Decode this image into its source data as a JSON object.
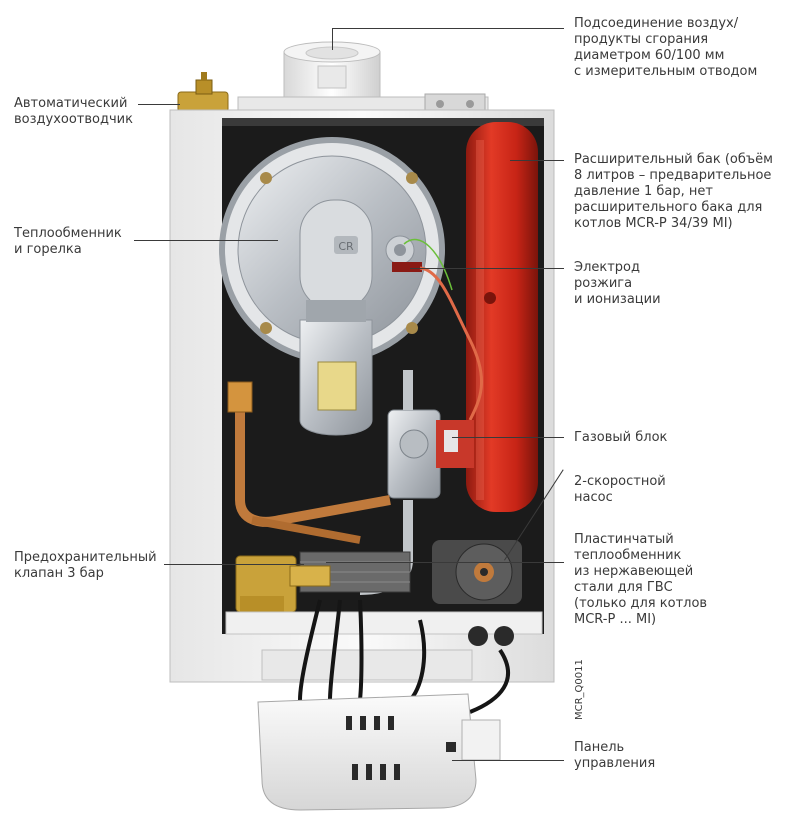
{
  "labels": {
    "flue": "Подсоединение воздух/\nпродукты сгорания\nдиаметром 60/100 мм\nс измерительным отводом",
    "air_vent": "Автоматический\nвоздухоотводчик",
    "expansion_tank": "Расширительный бак (объём\n8 литров – предварительное\nдавление 1 бар, нет\nрасширительного бака для\nкотлов MCR-P 34/39 MI)",
    "heat_exchanger": "Теплообменник\nи горелка",
    "electrode": "Электрод\nрозжига\nи ионизации",
    "gas_block": "Газовый блок",
    "pump": "2-скоростной\nнасос",
    "plate_exchanger": "Пластинчатый\nтеплообменник\nиз нержавеющей\nстали для ГВС\n(только для котлов\nMCR-P ... MI)",
    "safety_valve": "Предохранительный\nклапан 3 бар",
    "control_panel": "Панель\nуправления"
  },
  "image_code": "MCR_Q0011",
  "colors": {
    "text": "#3a3a3a",
    "casing": "#f2f2f2",
    "tank": "#d42a1a",
    "interior": "#1b1b1b",
    "metal": "#c9ccd0",
    "copper": "#c07a3c",
    "brass": "#c9a23a"
  },
  "icons": [
    "brand-logo-icon"
  ]
}
